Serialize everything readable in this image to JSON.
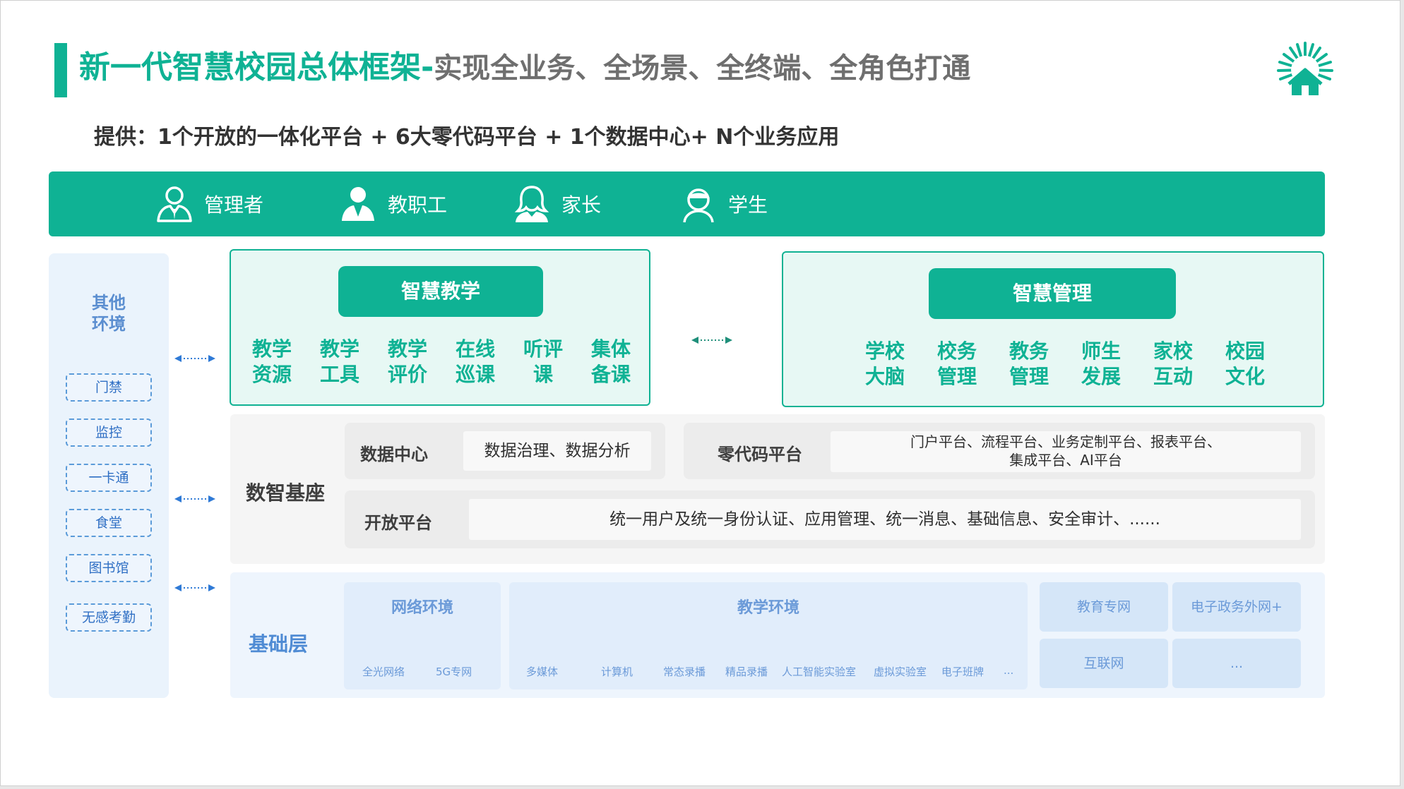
{
  "header": {
    "title_main": "新一代智慧校园总体框架-",
    "title_sub": "实现全业务、全场景、全终端、全角色打通",
    "subtitle": "提供：1个开放的一体化平台  + 6大零代码平台  + 1个数据中心+ N个业务应用",
    "logo_icon": "school-sunburst-logo",
    "accent_color": "#0fb294"
  },
  "roles": {
    "items": [
      {
        "label": "管理者",
        "icon": "manager-icon"
      },
      {
        "label": "教职工",
        "icon": "staff-icon"
      },
      {
        "label": "家长",
        "icon": "parent-icon"
      },
      {
        "label": "学生",
        "icon": "student-icon"
      }
    ]
  },
  "other_env": {
    "title_line1": "其他",
    "title_line2": "环境",
    "items": [
      "门禁",
      "监控",
      "一卡通",
      "食堂",
      "图书馆",
      "无感考勤"
    ]
  },
  "smart_teaching": {
    "title": "智慧教学",
    "items": [
      {
        "l1": "教学",
        "l2": "资源"
      },
      {
        "l1": "教学",
        "l2": "工具"
      },
      {
        "l1": "教学",
        "l2": "评价"
      },
      {
        "l1": "在线",
        "l2": "巡课"
      },
      {
        "l1": "听评",
        "l2": "课"
      },
      {
        "l1": "集体",
        "l2": "备课"
      }
    ]
  },
  "smart_management": {
    "title": "智慧管理",
    "items": [
      {
        "l1": "学校",
        "l2": "大脑"
      },
      {
        "l1": "校务",
        "l2": "管理"
      },
      {
        "l1": "教务",
        "l2": "管理"
      },
      {
        "l1": "师生",
        "l2": "发展"
      },
      {
        "l1": "家校",
        "l2": "互动"
      },
      {
        "l1": "校园",
        "l2": "文化"
      }
    ]
  },
  "digital_base": {
    "label": "数智基座",
    "data_center": {
      "label": "数据中心",
      "value": "数据治理、数据分析"
    },
    "zero_code": {
      "label": "零代码平台",
      "value_line1": "门户平台、流程平台、业务定制平台、报表平台、",
      "value_line2": "集成平台、AI平台"
    },
    "open_platform": {
      "label": "开放平台",
      "value": "统一用户及统一身份认证、应用管理、统一消息、基础信息、安全审计、......"
    }
  },
  "base_layer": {
    "label": "基础层",
    "network": {
      "title": "网络环境",
      "items": [
        "全光网络",
        "5G专网"
      ]
    },
    "teaching_env": {
      "title": "教学环境",
      "items": [
        "多媒体",
        "计算机",
        "常态录播",
        "精品录播",
        "人工智能实验室",
        "虚拟实验室",
        "电子班牌",
        "..."
      ]
    },
    "right_boxes": [
      "教育专网",
      "电子政务外网+",
      "互联网",
      "..."
    ]
  }
}
